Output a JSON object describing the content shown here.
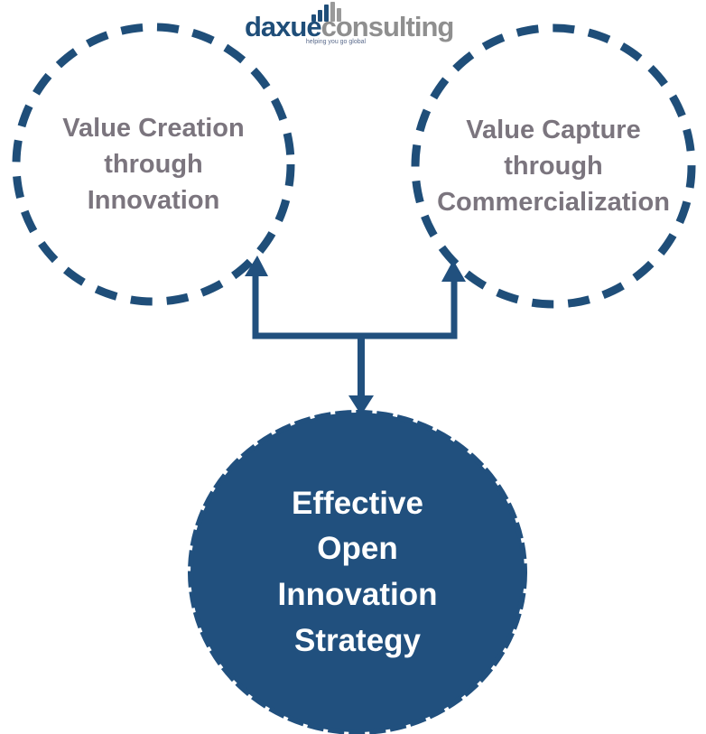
{
  "logo": {
    "brand_primary": "daxue",
    "brand_secondary": "consulting",
    "tagline": "helping you go global",
    "bars_icon": "bar-chart-icon",
    "colors": {
      "brand_primary": "#1F4E79",
      "brand_secondary": "#8F8F8F",
      "bar_blue": "#1F4E79",
      "bar_gray": "#9A9A9A"
    }
  },
  "diagram": {
    "left_circle": {
      "label": "Value Creation\nthrough\nInnovation",
      "style": "dashed-outline"
    },
    "right_circle": {
      "label": "Value Capture\nthrough\nCommercialization",
      "style": "dashed-outline"
    },
    "center_circle": {
      "label": "Effective\nOpen\nInnovation\nStrategy",
      "style": "solid-fill"
    },
    "relationship": "left and right circles feed into center circle",
    "colors": {
      "outline": "#1F4E79",
      "fill": "#21507E",
      "muted_text": "#7B757E",
      "inverse_text": "#FFFFFF",
      "background": "#FFFFFF"
    }
  }
}
